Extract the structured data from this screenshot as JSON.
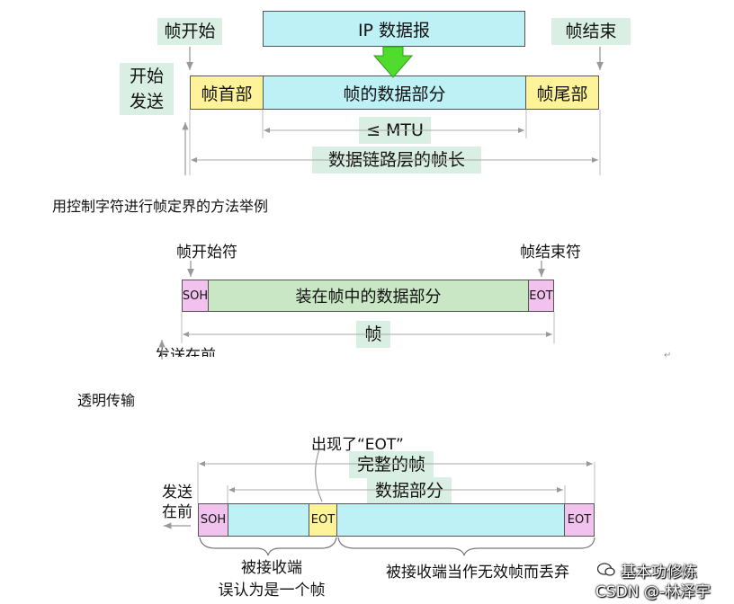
{
  "d1": {
    "ip_datagram": "IP 数据报",
    "frame_start": "帧开始",
    "frame_end": "帧结束",
    "start_send": "开始\n发送",
    "header": "帧首部",
    "data_part": "帧的数据部分",
    "trailer": "帧尾部",
    "mtu": "≤ MTU",
    "frame_length": "数据链路层的帧长"
  },
  "caption1": "用控制字符进行帧定界的方法举例",
  "d2": {
    "start_char": "帧开始符",
    "end_char": "帧结束符",
    "soh": "SOH",
    "data_in_frame": "装在帧中的数据部分",
    "eot": "EOT",
    "frame": "帧",
    "send_first": "发送在前"
  },
  "caption2": "透明传输",
  "d3": {
    "eot_appears": "出现了“EOT”",
    "complete_frame": "完整的帧",
    "data_part": "数据部分",
    "send_first": "发送\n在前",
    "soh": "SOH",
    "eot_mid": "EOT",
    "eot_end": "EOT",
    "misread": "被接收端\n误认为是一个帧",
    "discarded": "被接收端当作无效帧而丢弃"
  },
  "watermark": {
    "account": "基本功修炼",
    "csdn": "CSDN @-林泽宇"
  },
  "colors": {
    "cyan": "#bdf1f6",
    "yellow": "#fff39a",
    "green_bar": "#c9e7c4",
    "label_bg": "#d9efe3",
    "pink": "#f2c2ee",
    "arrow_green": "#4fdc2c"
  }
}
